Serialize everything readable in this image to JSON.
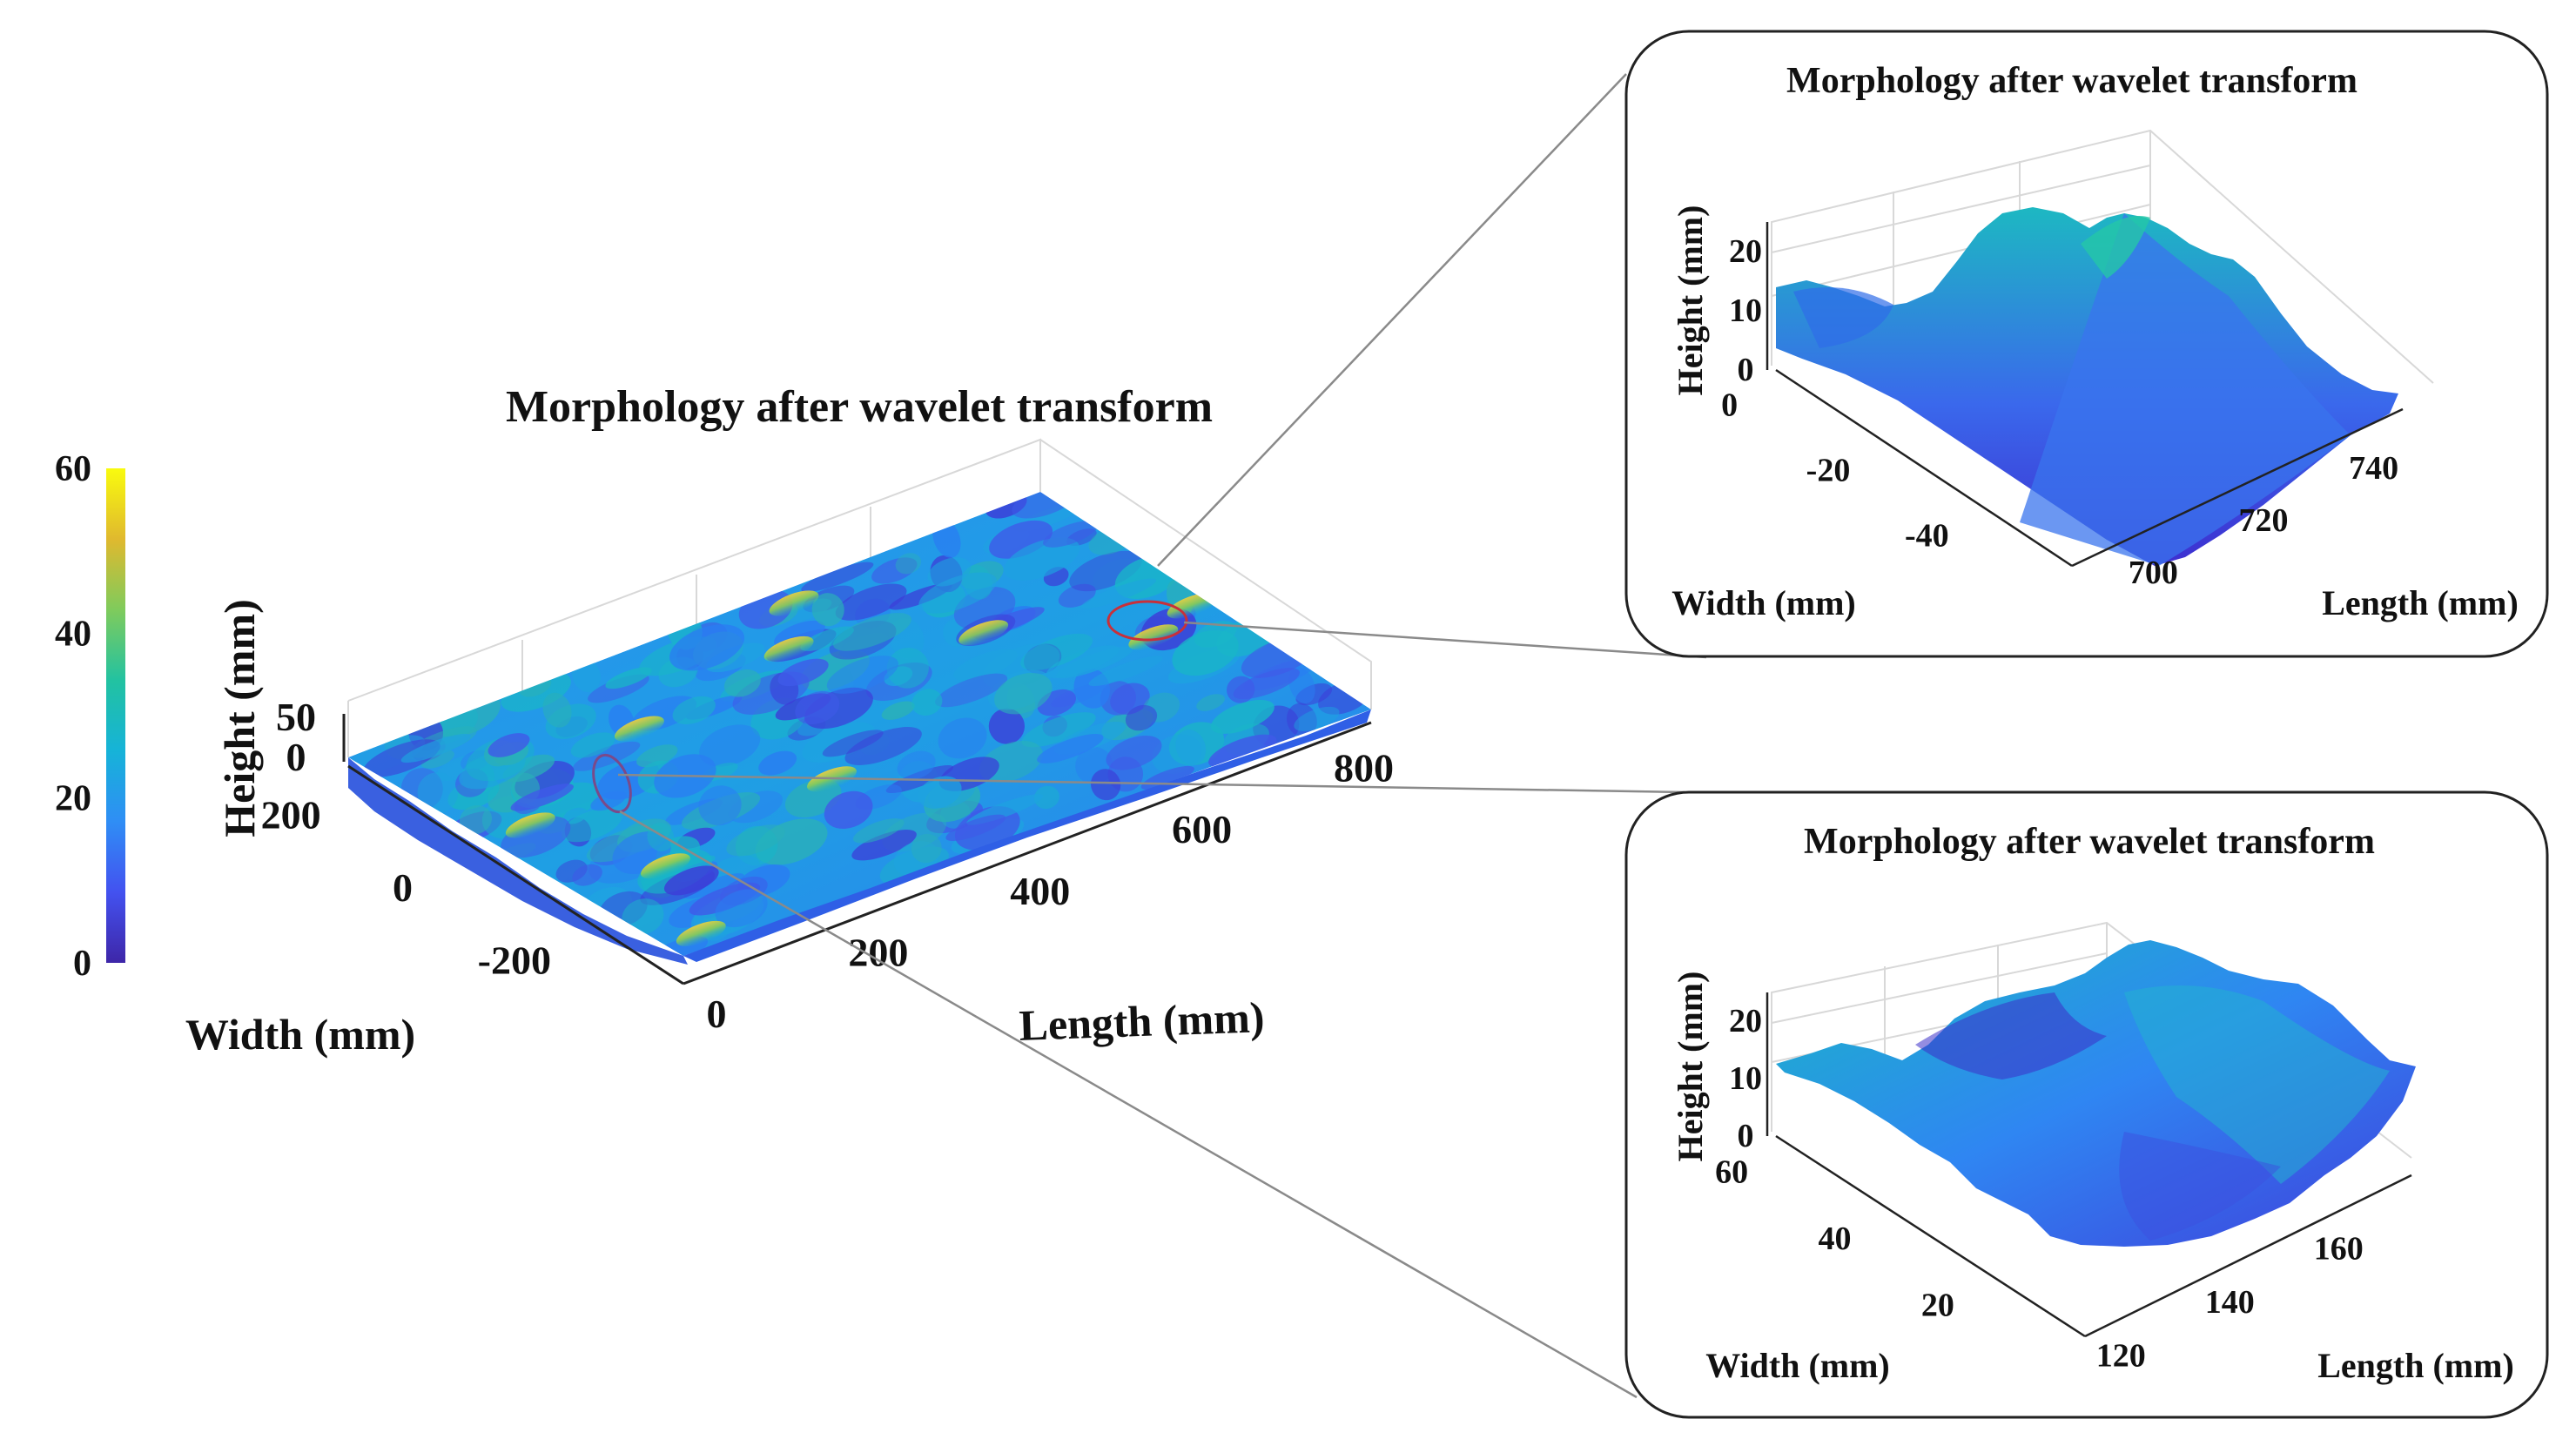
{
  "colors": {
    "colormap": [
      "#3e26a8",
      "#4352f0",
      "#2f8ef5",
      "#16b3d8",
      "#22c2a1",
      "#7fcb5c",
      "#e0b92e",
      "#f9fb0e"
    ],
    "zoom_ellipse": "#c8303a",
    "connector": "#888888",
    "panel_border": "#222222"
  },
  "colorbar": {
    "ticks": [
      "0",
      "20",
      "40",
      "60"
    ],
    "range": [
      0,
      60
    ]
  },
  "chart_data": [
    {
      "type": "surface3d",
      "id": "main",
      "title": "Morphology after wavelet transform",
      "xlabel": "Length (mm)",
      "ylabel": "Width (mm)",
      "zlabel": "Height (mm)",
      "x_ticks": [
        "0",
        "200",
        "400",
        "600",
        "800"
      ],
      "y_ticks": [
        "-200",
        "0",
        "200"
      ],
      "z_ticks": [
        "0",
        "50"
      ],
      "xlim": [
        0,
        850
      ],
      "ylim": [
        -300,
        300
      ],
      "zlim": [
        0,
        60
      ],
      "colormap": "parula",
      "grid": true
    },
    {
      "type": "surface3d",
      "id": "zoom_top",
      "title": "Morphology after wavelet transform",
      "xlabel": "Length (mm)",
      "ylabel": "Width (mm)",
      "zlabel": "Height (mm)",
      "x_ticks": [
        "700",
        "720",
        "740"
      ],
      "y_ticks": [
        "-40",
        "-20",
        "0"
      ],
      "z_ticks": [
        "0",
        "10",
        "20"
      ],
      "xlim": [
        690,
        750
      ],
      "ylim": [
        -50,
        10
      ],
      "zlim": [
        0,
        25
      ],
      "colormap": "parula",
      "grid": true
    },
    {
      "type": "surface3d",
      "id": "zoom_bottom",
      "title": "Morphology after wavelet transform",
      "xlabel": "Length (mm)",
      "ylabel": "Width (mm)",
      "zlabel": "Height (mm)",
      "x_ticks": [
        "120",
        "140",
        "160"
      ],
      "y_ticks": [
        "20",
        "40",
        "60"
      ],
      "z_ticks": [
        "0",
        "10",
        "20"
      ],
      "xlim": [
        115,
        175
      ],
      "ylim": [
        10,
        70
      ],
      "zlim": [
        0,
        25
      ],
      "colormap": "parula",
      "grid": true
    }
  ]
}
